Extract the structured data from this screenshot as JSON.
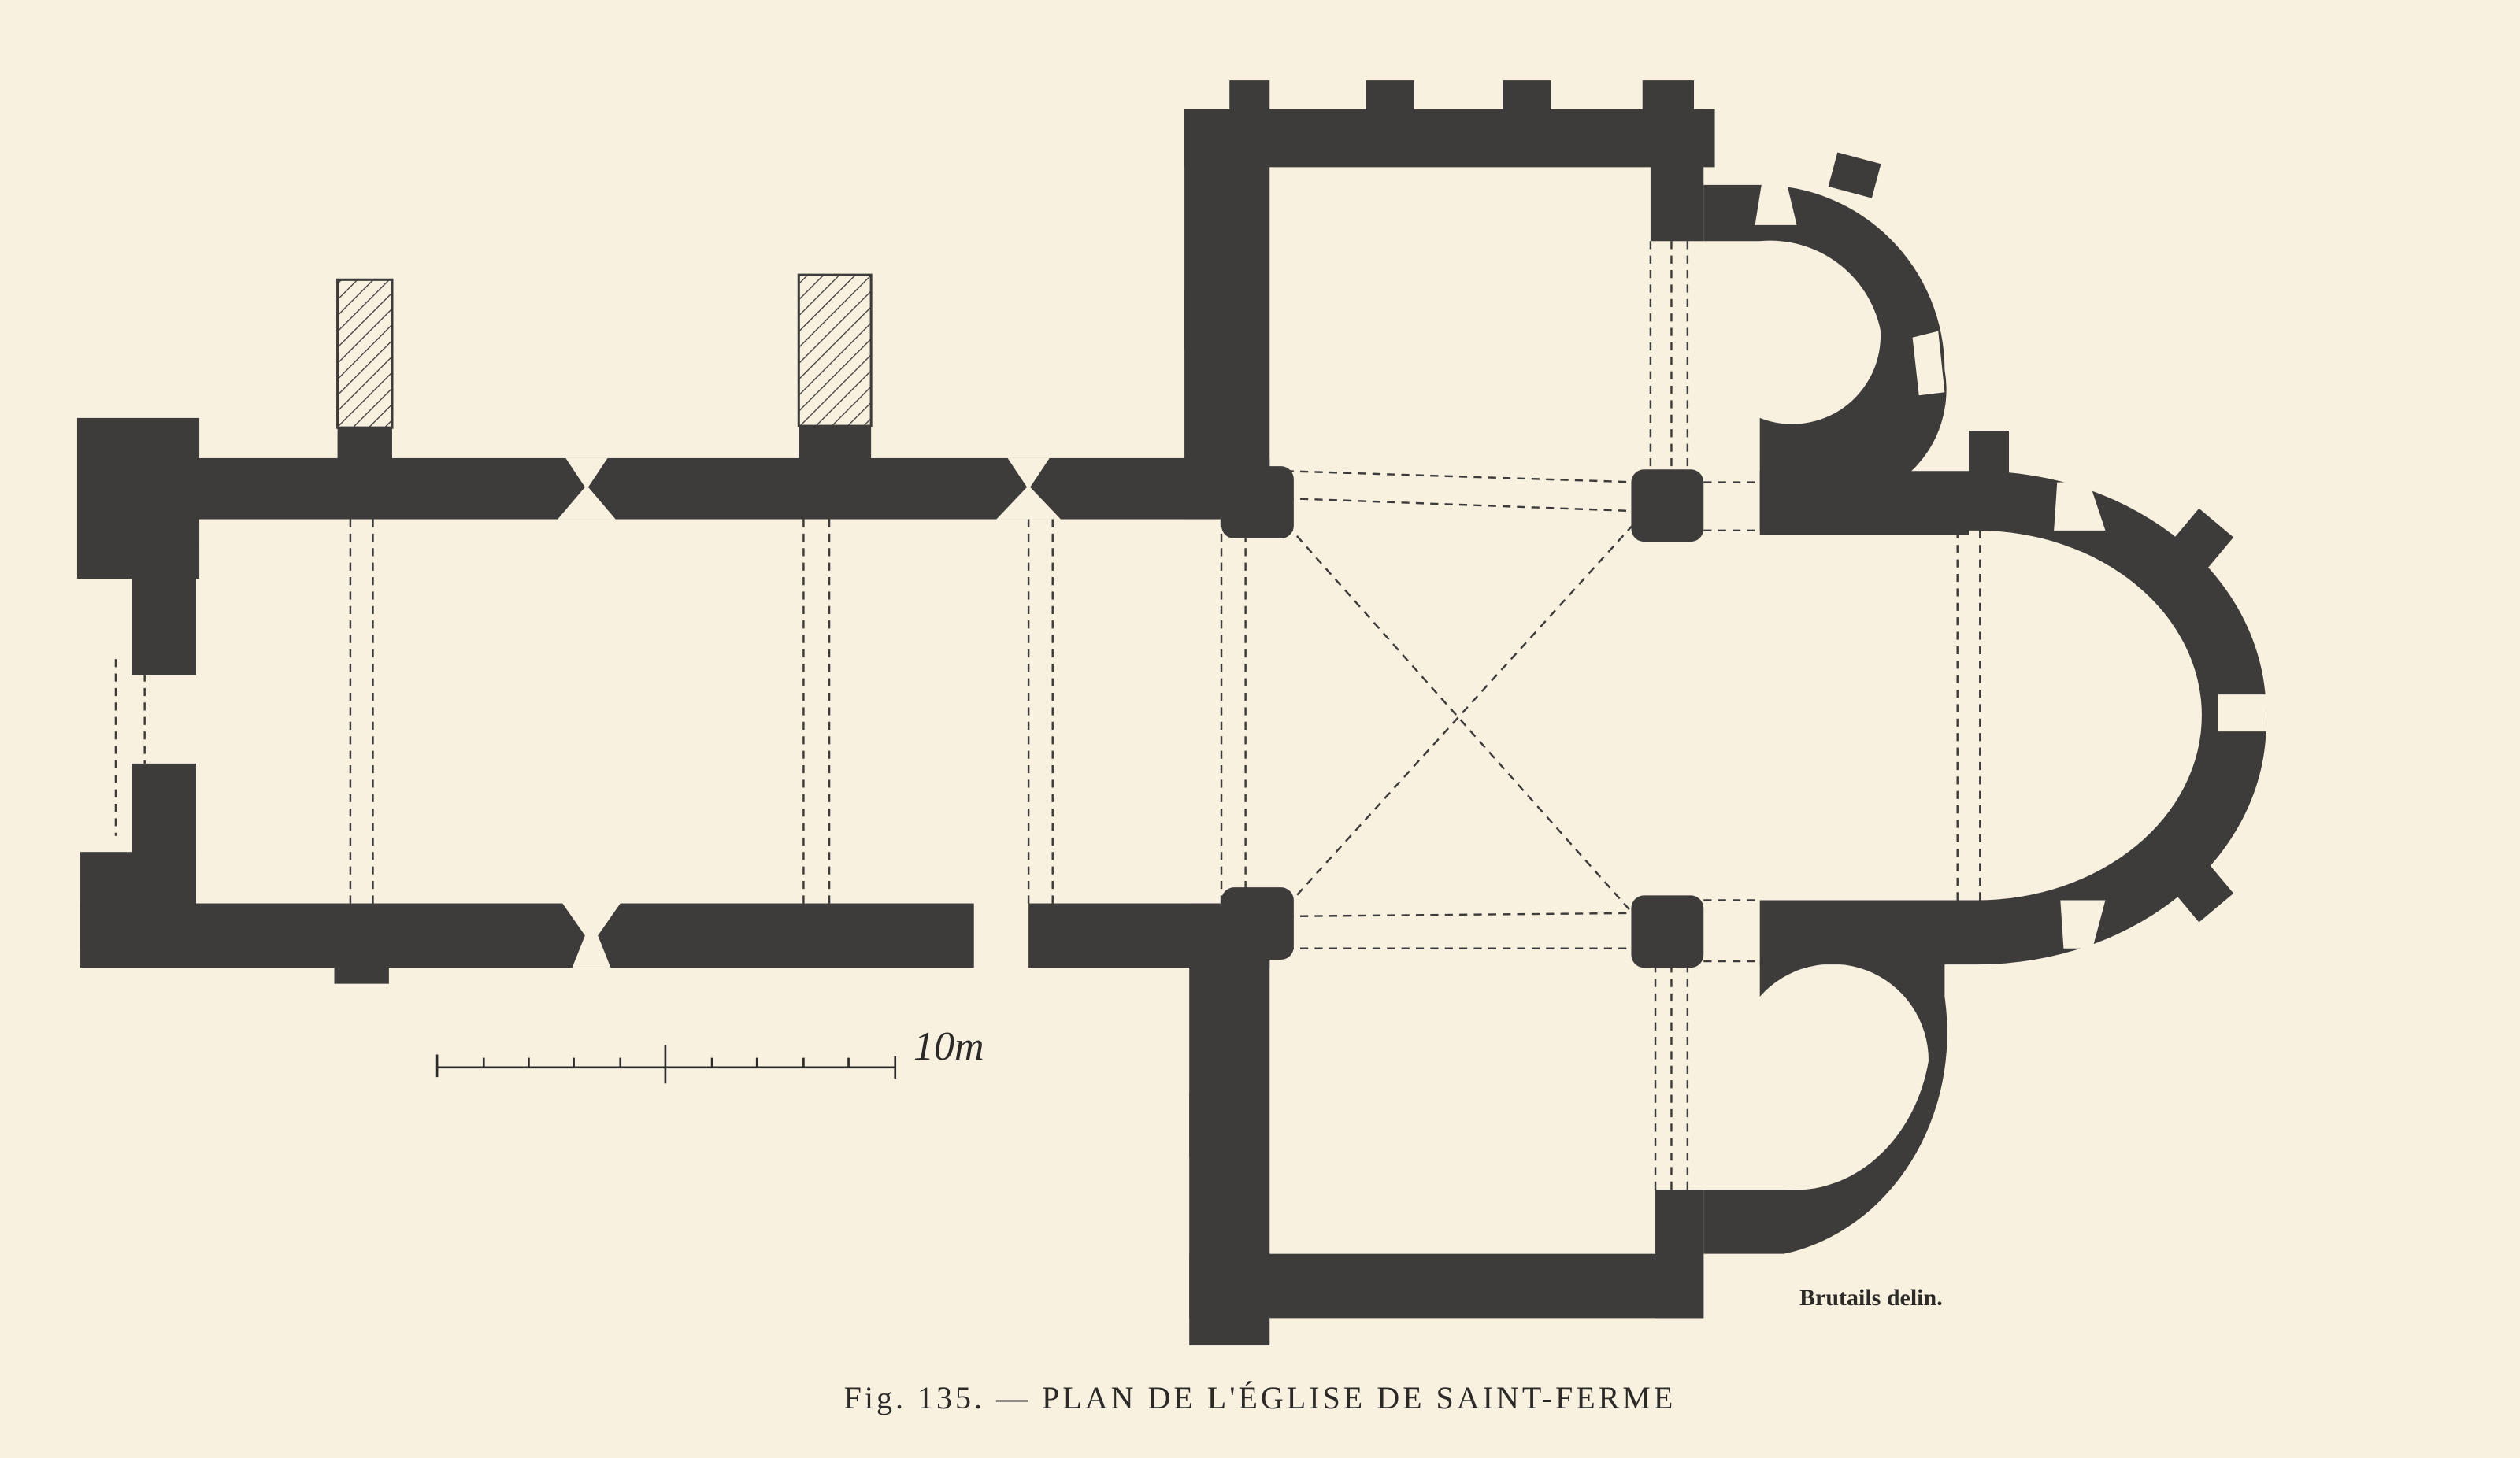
{
  "figure": {
    "caption": "Fig. 135. — PLAN DE L'ÉGLISE DE SAINT-FERME",
    "credit": "Brutails delin.",
    "scale_label": "10m"
  },
  "colors": {
    "background": "#f8f1e0",
    "wall": "#3e3c3b"
  }
}
